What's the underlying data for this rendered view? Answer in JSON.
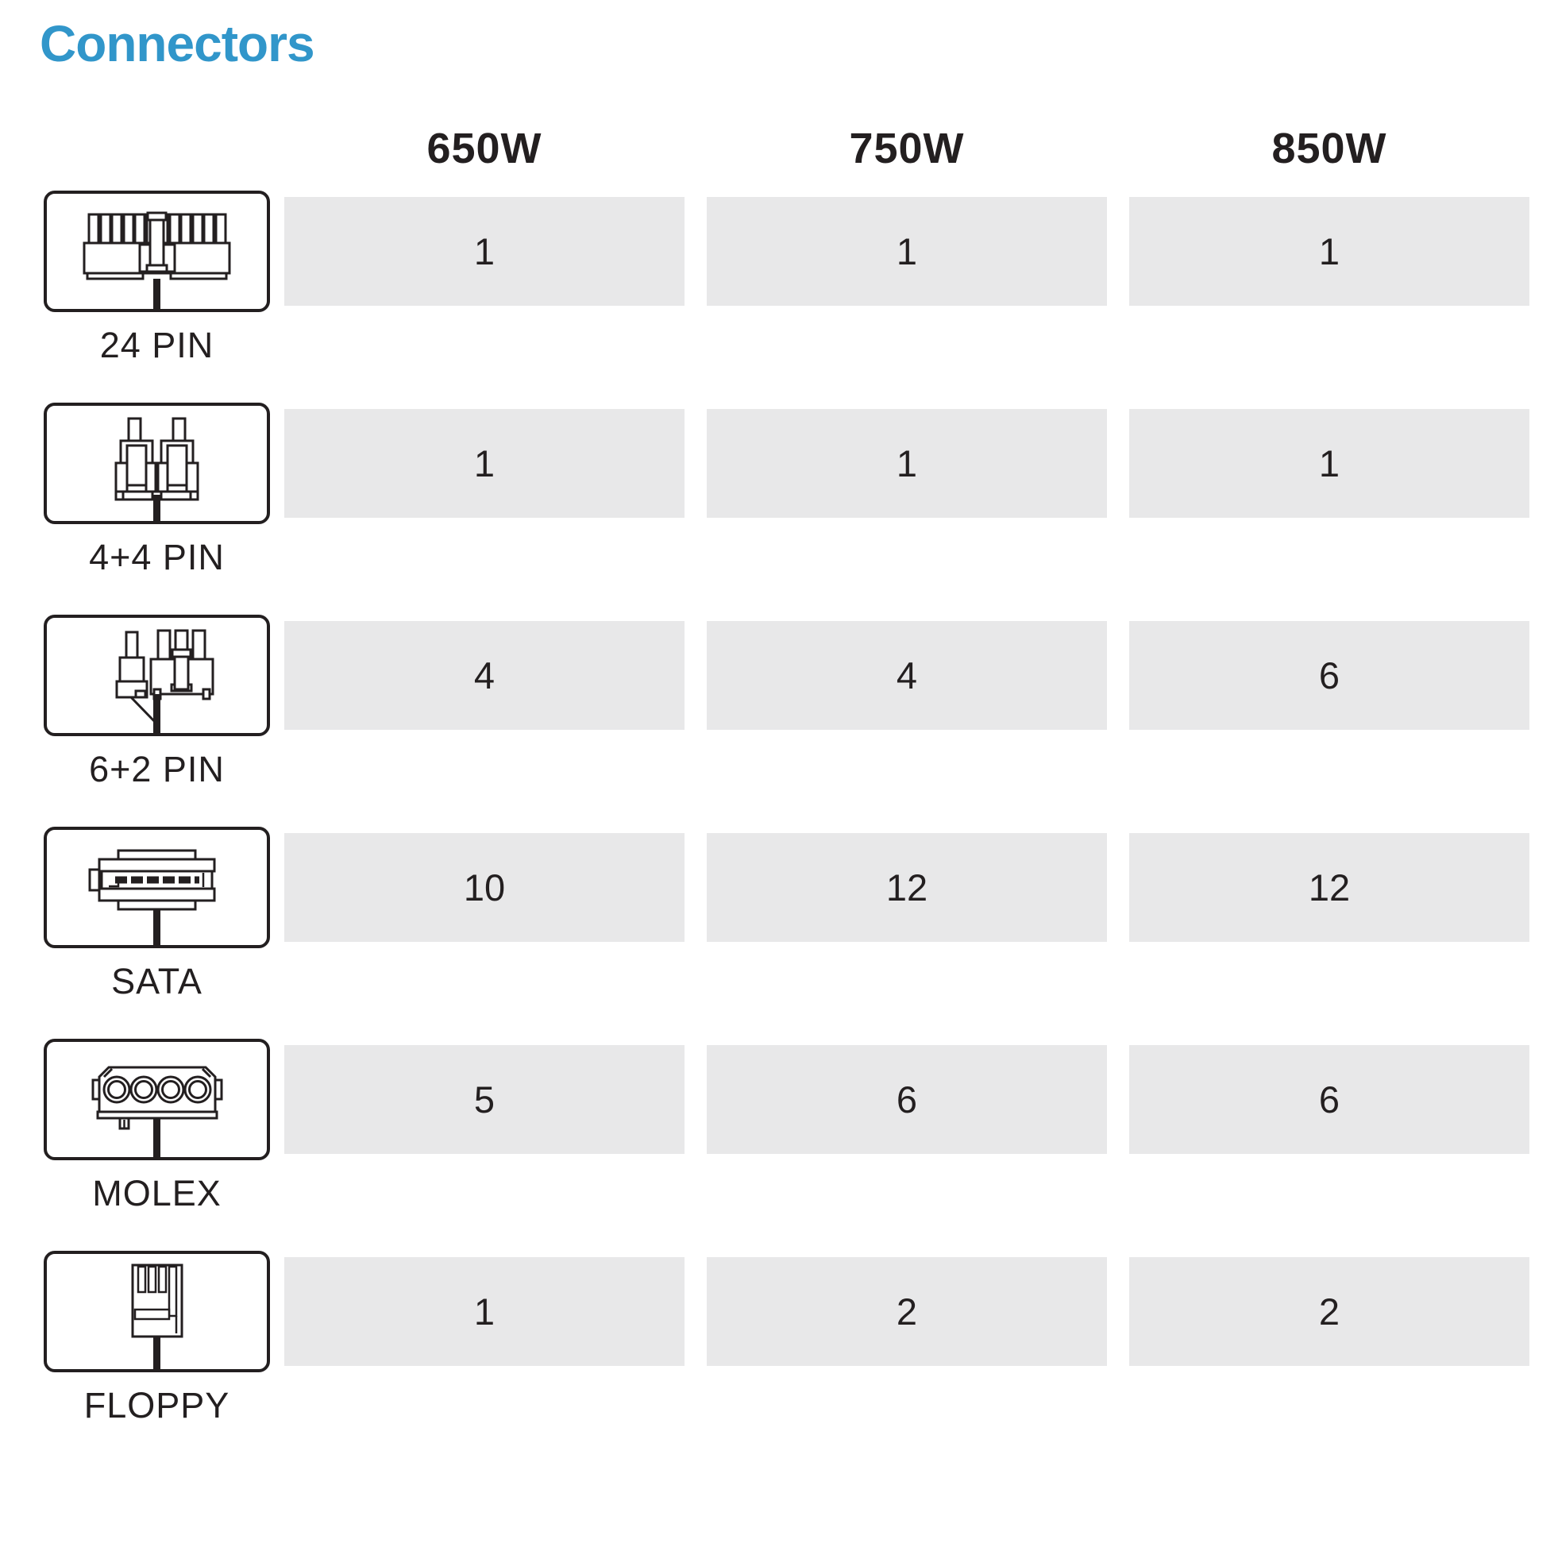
{
  "page": {
    "title": "Connectors"
  },
  "colors": {
    "accent_blue": "#3196ca",
    "cell_gray": "#e8e8e9",
    "ink": "#231f20"
  },
  "table": {
    "columns": [
      "650W",
      "750W",
      "850W"
    ],
    "rows": [
      {
        "label": "24 PIN",
        "icon": "24-pin-connector-icon",
        "values": [
          "1",
          "1",
          "1"
        ]
      },
      {
        "label": "4+4 PIN",
        "icon": "4+4-pin-connector-icon",
        "values": [
          "1",
          "1",
          "1"
        ]
      },
      {
        "label": "6+2 PIN",
        "icon": "6+2-pin-connector-icon",
        "values": [
          "4",
          "4",
          "6"
        ]
      },
      {
        "label": "SATA",
        "icon": "sata-connector-icon",
        "values": [
          "10",
          "12",
          "12"
        ]
      },
      {
        "label": "MOLEX",
        "icon": "molex-connector-icon",
        "values": [
          "5",
          "6",
          "6"
        ]
      },
      {
        "label": "FLOPPY",
        "icon": "floppy-connector-icon",
        "values": [
          "1",
          "2",
          "2"
        ]
      }
    ]
  }
}
